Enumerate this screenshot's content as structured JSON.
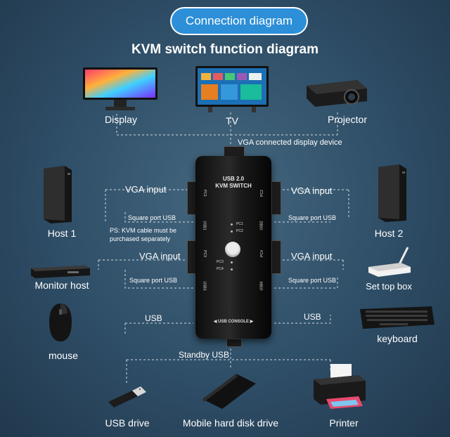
{
  "header": {
    "badge": "Connection diagram",
    "title": "KVM switch function diagram"
  },
  "top_devices": {
    "display": "Display",
    "tv": "TV",
    "projector": "Projector",
    "vga_display_note": "VGA connected display device"
  },
  "switch": {
    "model_line1": "USB 2.0",
    "model_line2": "KVM SWITCH",
    "console_label": "USB CONSOLE",
    "port_labels": [
      "PC1",
      "PC2",
      "PC3",
      "PC4"
    ],
    "side_ports": [
      "PC1",
      "USB1",
      "PC2",
      "USB2",
      "PC3",
      "USB3",
      "PC4",
      "USB4"
    ]
  },
  "left": {
    "vga_input_1": "VGA input",
    "square_usb_1": "Square port USB",
    "note": "PS: KVM cable must be purchased separately",
    "host1": "Host 1",
    "vga_input_2": "VGA input",
    "square_usb_2": "Square port USB",
    "monitor_host": "Monitor host",
    "usb": "USB",
    "mouse": "mouse"
  },
  "right": {
    "vga_input_1": "VGA input",
    "square_usb_1": "Square port USB",
    "host2": "Host 2",
    "vga_input_2": "VGA input",
    "square_usb_2": "Square port USB",
    "set_top_box": "Set top box",
    "usb": "USB",
    "keyboard": "keyboard"
  },
  "bottom": {
    "standby_usb": "Standby USB",
    "usb_drive": "USB drive",
    "hard_disk": "Mobile hard disk drive",
    "printer": "Printer"
  },
  "colors": {
    "background": "#2e4d66",
    "badge": "#2d8fd8",
    "wire": "#cfd8df",
    "text": "#ffffff"
  }
}
